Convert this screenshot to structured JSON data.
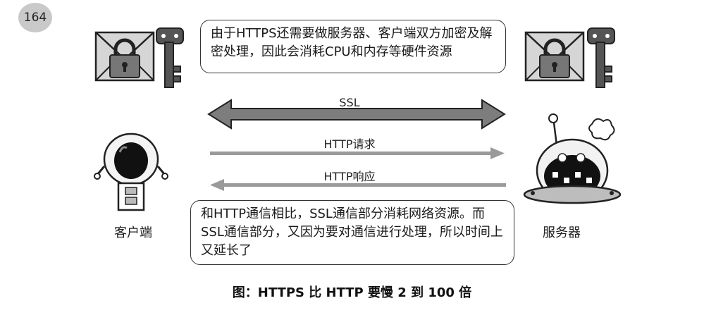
{
  "page_number": "164",
  "note_top": "由于HTTPS还需要做服务器、客户端双方加密及解密处理，因此会消耗CPU和内存等硬件资源",
  "note_bottom": "和HTTP通信相比，SSL通信部分消耗网络资源。而SSL通信部分，又因为要对通信进行处理，所以时间上又延长了",
  "arrows": {
    "ssl": "SSL",
    "request": "HTTP请求",
    "response": "HTTP响应"
  },
  "client_label": "客户端",
  "server_label": "服务器",
  "caption": "图：HTTPS 比 HTTP 要慢 2 到 100 倍",
  "colors": {
    "ssl_arrow": "#7d7d7d",
    "flow_arrow": "#9a9a9a",
    "badge": "#c9c9c9"
  }
}
